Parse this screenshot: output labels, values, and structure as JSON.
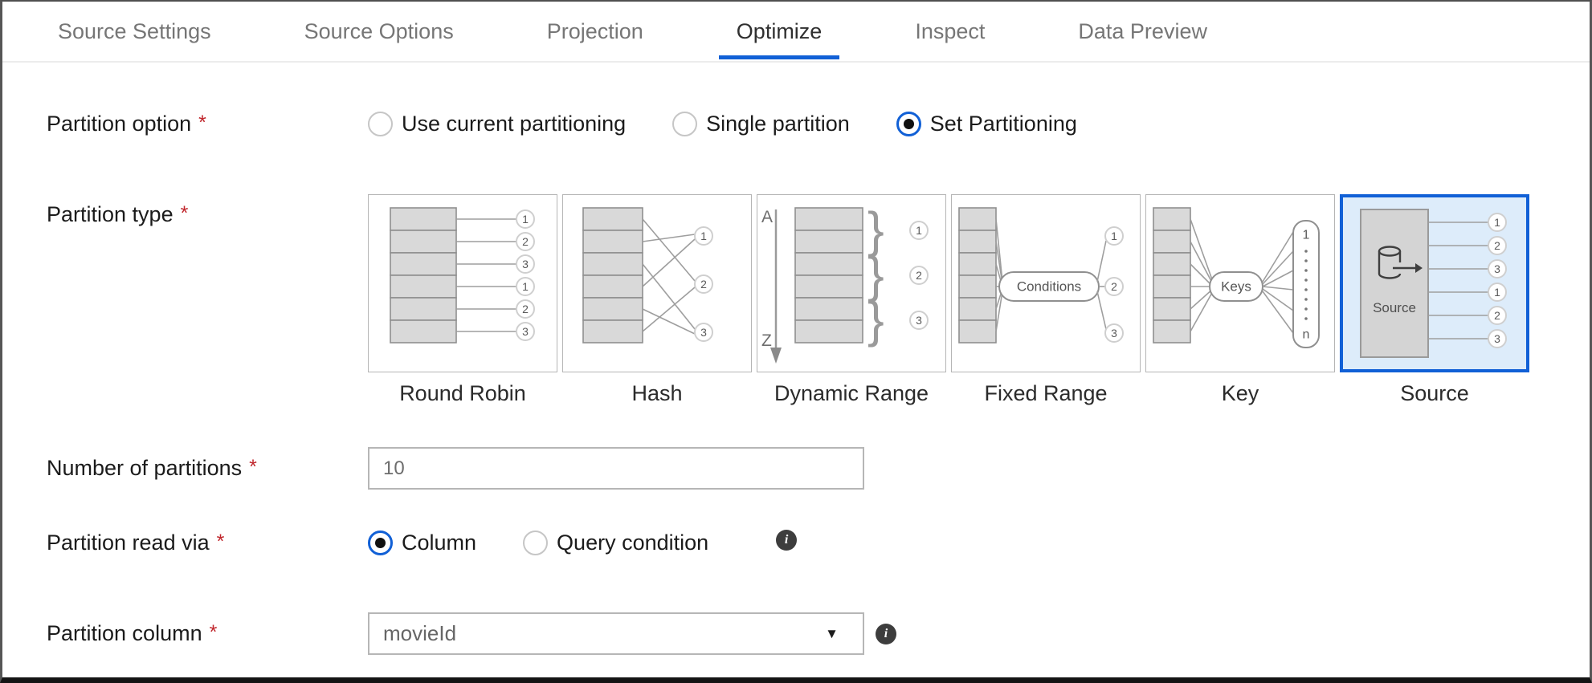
{
  "tabs": [
    {
      "label": "Source Settings"
    },
    {
      "label": "Source Options"
    },
    {
      "label": "Projection"
    },
    {
      "label": "Optimize"
    },
    {
      "label": "Inspect"
    },
    {
      "label": "Data Preview"
    }
  ],
  "active_tab": "Optimize",
  "required_marker": "*",
  "rows": {
    "partition_option": {
      "label": "Partition option",
      "options": [
        "Use current partitioning",
        "Single partition",
        "Set Partitioning"
      ],
      "selected": "Set Partitioning"
    },
    "partition_type": {
      "label": "Partition type",
      "selected": "Source"
    },
    "number_of_partitions": {
      "label": "Number of partitions",
      "value": "10"
    },
    "partition_read_via": {
      "label": "Partition read via",
      "options": [
        "Column",
        "Query condition"
      ],
      "selected": "Column"
    },
    "partition_column": {
      "label": "Partition column",
      "value": "movieId"
    }
  },
  "cards": [
    {
      "label": "Round Robin",
      "outputs": [
        "1",
        "2",
        "3",
        "1",
        "2",
        "3"
      ]
    },
    {
      "label": "Hash",
      "outputs": [
        "1",
        "2",
        "3"
      ]
    },
    {
      "label": "Dynamic Range",
      "start": "A",
      "end": "Z",
      "outputs": [
        "1",
        "2",
        "3"
      ]
    },
    {
      "label": "Fixed Range",
      "node": "Conditions",
      "outputs": [
        "1",
        "2",
        "3"
      ]
    },
    {
      "label": "Key",
      "node": "Keys",
      "first": "1",
      "last": "n"
    },
    {
      "label": "Source",
      "node": "Source",
      "outputs": [
        "1",
        "2",
        "3",
        "1",
        "2",
        "3"
      ]
    }
  ],
  "icons": {
    "info": "i",
    "caret": "▼"
  },
  "colors": {
    "accent_blue": "#1160d6",
    "selected_card_bg": "#ddecfa",
    "required_red": "#c0262c"
  }
}
